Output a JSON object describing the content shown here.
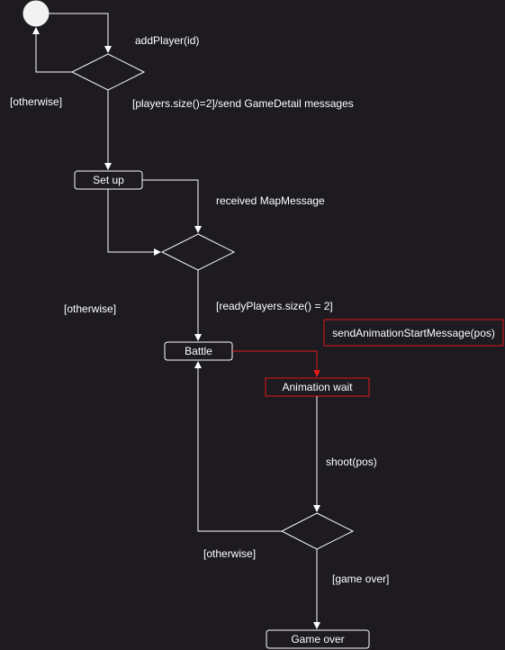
{
  "diagram": {
    "colors": {
      "background": "#1d1a20",
      "line": "#ffffff",
      "highlight": "#e01b1b"
    },
    "states": {
      "setup": "Set up",
      "battle": "Battle",
      "animation_wait": "Animation wait",
      "game_over": "Game over"
    },
    "action_box": "sendAnimationStartMessage(pos)",
    "transitions": {
      "add_player": "addPlayer(id)",
      "otherwise_1": "[otherwise]",
      "players_ready": "[players.size()=2]/send GameDetail messages",
      "received_map": "received MapMessage",
      "otherwise_2": "[otherwise]",
      "ready_players": "[readyPlayers.size() = 2]",
      "shoot": "shoot(pos)",
      "otherwise_3": "[otherwise]",
      "game_over_guard": "[game over]"
    }
  }
}
